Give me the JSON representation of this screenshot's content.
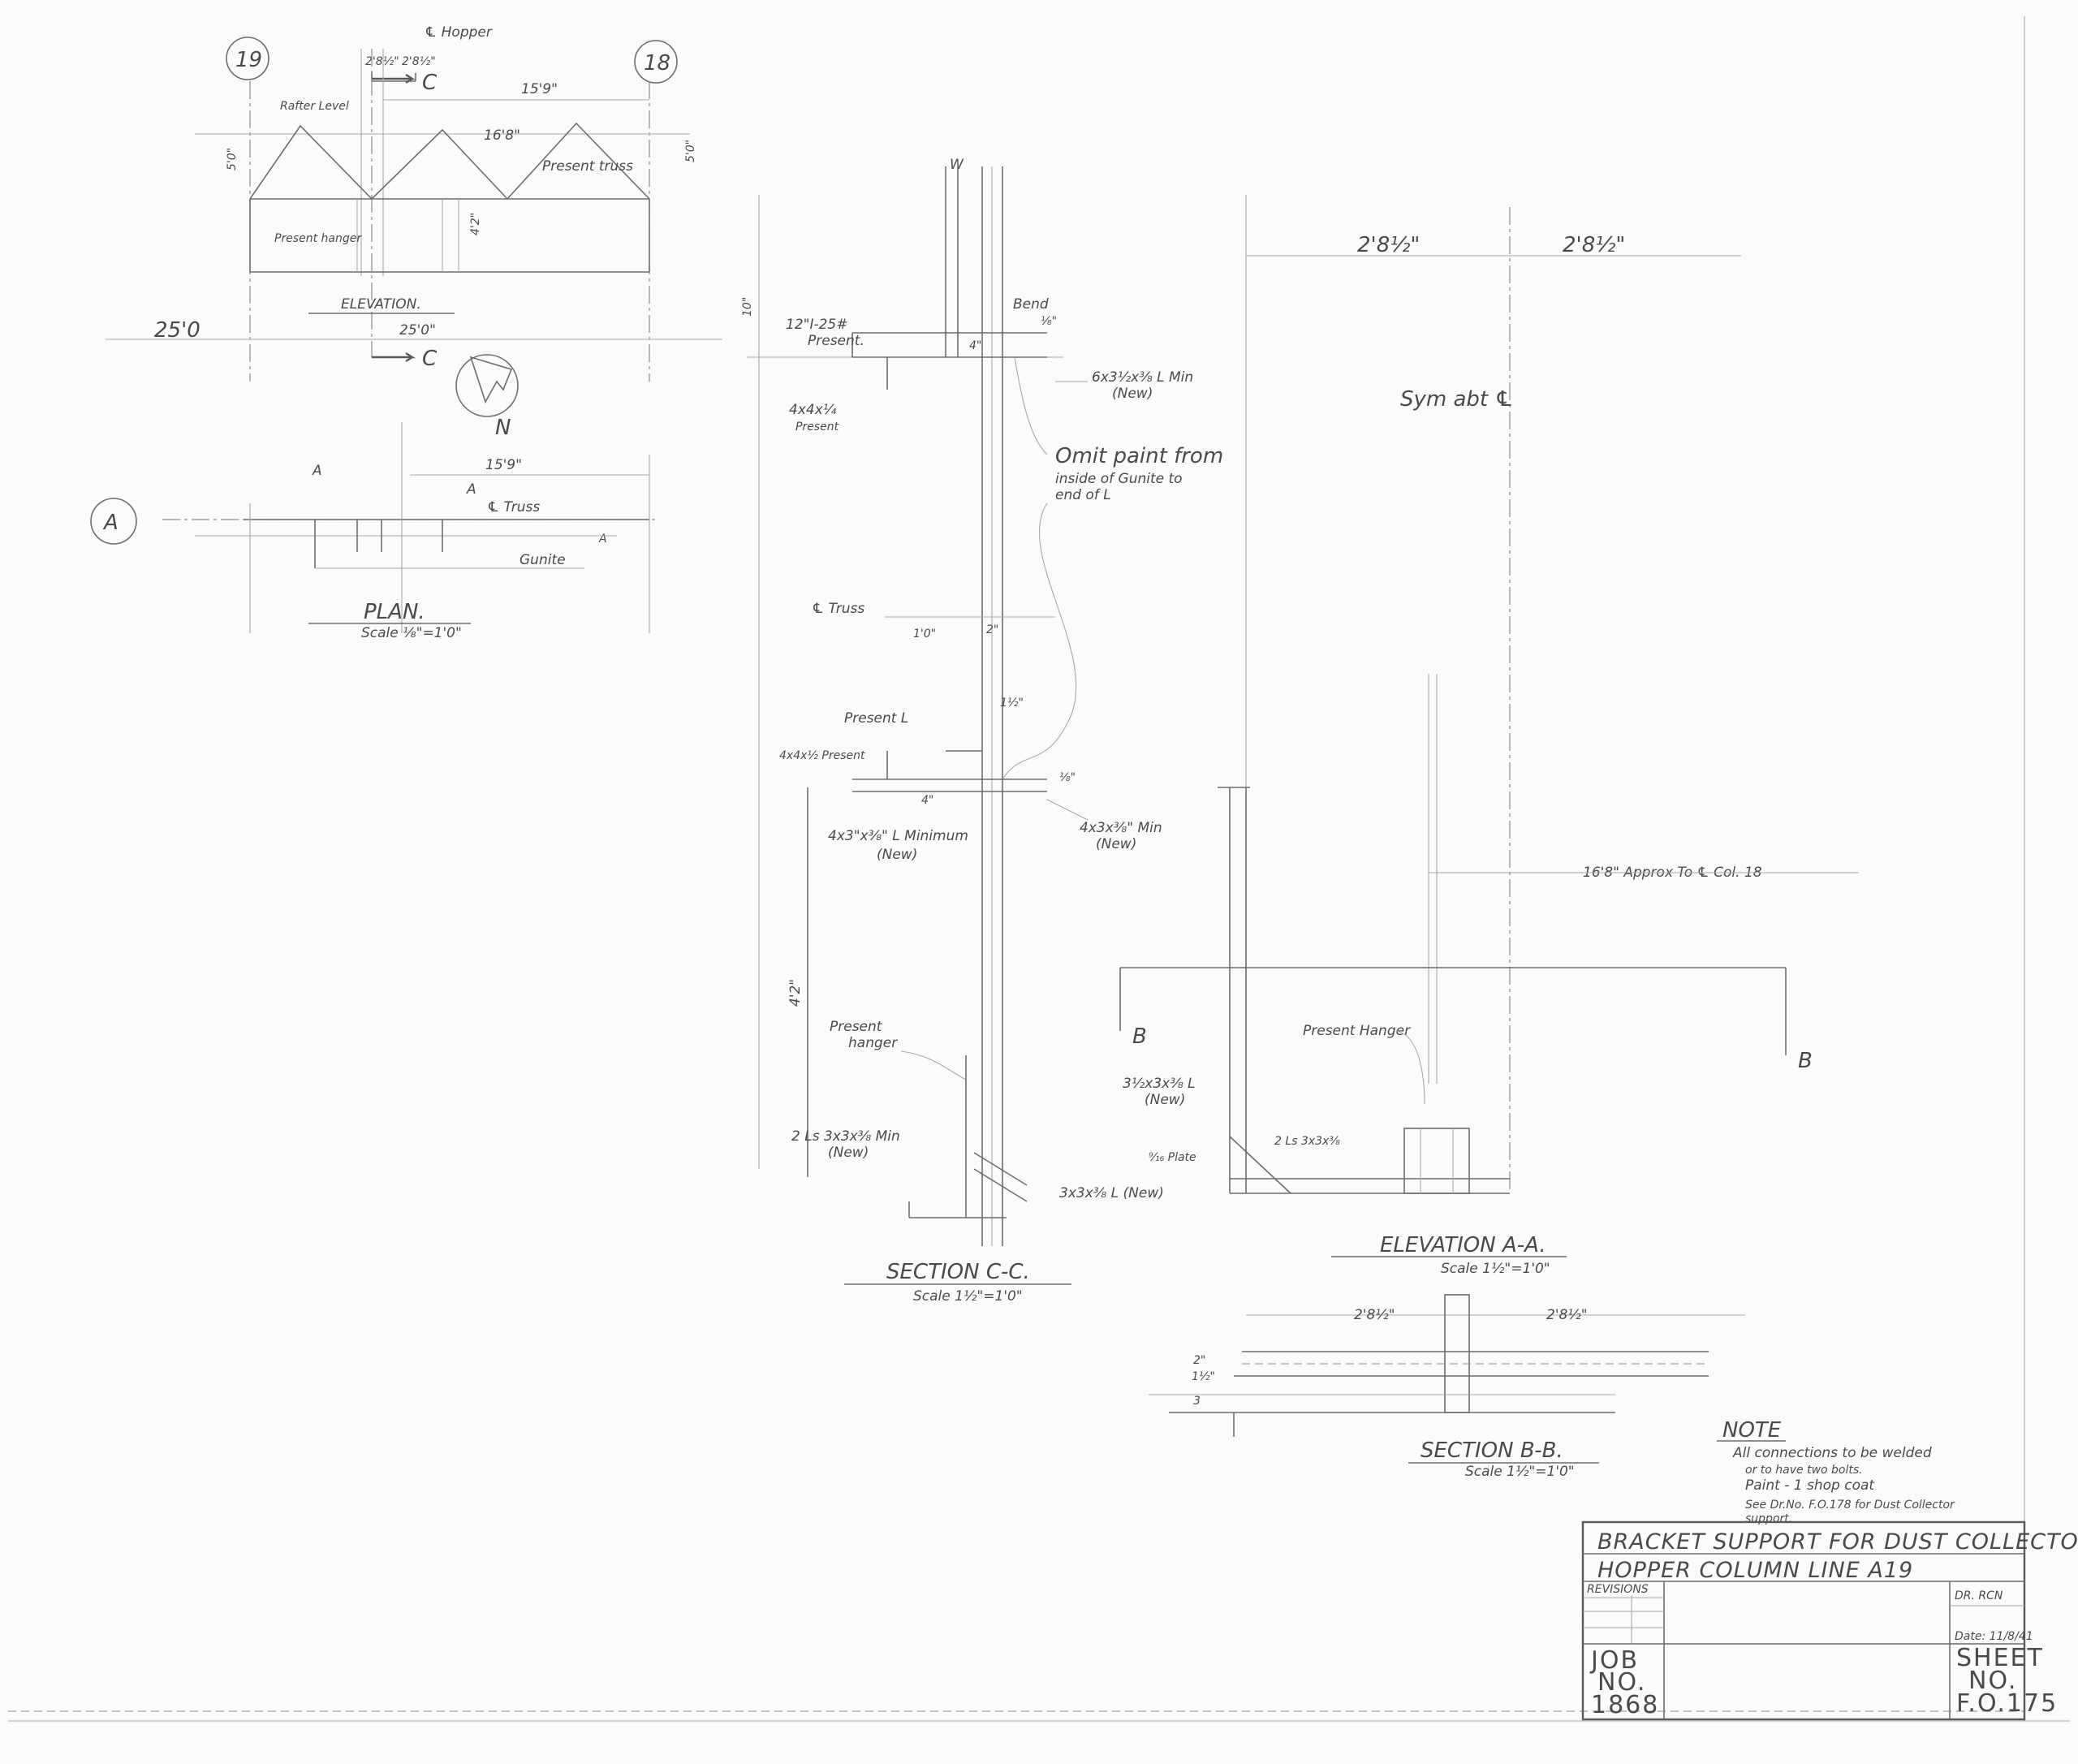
{
  "grid_marks": {
    "col_19": "19",
    "col_18": "18",
    "row_a": "A"
  },
  "elevation": {
    "hopper_cl": "℄ Hopper",
    "dim_left": "2'8½\"",
    "dim_right": "2'8½\"",
    "section_mark_top": "C",
    "section_mark_bottom": "C",
    "dim_span": "15'9\"",
    "dim_rafter": "16'8\"",
    "dim_height_left": "5'0\"",
    "dim_height_right": "5'0\"",
    "dim_hanger": "4'2\"",
    "rafter_level": "Rafter Level",
    "present_truss": "Present truss",
    "present_hanger": "Present hanger",
    "title": "ELEVATION.",
    "dim_bay_outer": "25'0",
    "dim_bay_inner": "25'0\""
  },
  "north_arrow": {
    "label": "N"
  },
  "plan": {
    "mark_a1": "A",
    "mark_a2": "A",
    "mark_a3": "A",
    "dim_span": "15'9\"",
    "truss_cl": "℄ Truss",
    "gunite": "Gunite",
    "title": "PLAN.",
    "scale": "Scale ⅛\"=1'0\""
  },
  "section_cc": {
    "w_mark": "W",
    "beam": "12\"I-25#",
    "beam_present": "Present.",
    "dim_top": "10\"",
    "bend": "Bend",
    "dim_eighth_top": "⅛\"",
    "dim_four_top": "4\"",
    "angle_top": "6x3½x⅜ L Min",
    "angle_top_new": "(New)",
    "angle_present": "4x4x¼",
    "angle_present_label": "Present",
    "omit_paint_1": "Omit paint from",
    "omit_paint_2": "inside of Gunite to",
    "omit_paint_3": "end of L",
    "truss_cl": "℄ Truss",
    "dim_one_ft": "1'0\"",
    "dim_two": "2\"",
    "present_l": "Present L",
    "dim_one_half": "1½\"",
    "angle_present_mid": "4x4x½ Present",
    "dim_eighth_mid": "⅛\"",
    "dim_four_mid": "4\"",
    "angle_mid_left": "4x3\"x⅜\" L Minimum",
    "angle_mid_left_new": "(New)",
    "angle_mid_right": "4x3x⅜\" Min",
    "angle_mid_right_new": "(New)",
    "dim_height": "4'2\"",
    "present_hanger_1": "Present",
    "present_hanger_2": "hanger",
    "angle_bottom": "2 Ls 3x3x⅜ Min",
    "angle_bottom_new": "(New)",
    "angle_brace": "3x3x⅜ L (New)",
    "title": "SECTION C-C.",
    "scale": "Scale 1½\"=1'0\""
  },
  "elevation_aa": {
    "dim_left": "2'8½\"",
    "dim_right": "2'8½\"",
    "sym": "Sym abt ℄",
    "dim_col": "16'8\" Approx To ℄ Col. 18",
    "cut_b_left": "B",
    "cut_b_right": "B",
    "present_hanger": "Present Hanger",
    "angle_brace": "3½x3x⅜ L",
    "angle_brace_new": "(New)",
    "plate": "⁹⁄₁₆ Plate",
    "angles_pair": "2 Ls 3x3x⅜",
    "title": "ELEVATION A-A.",
    "scale": "Scale 1½\"=1'0\""
  },
  "section_bb": {
    "dim_left": "2'8½\"",
    "dim_right": "2'8½\"",
    "dim_a": "2\"",
    "dim_b": "1½\"",
    "dim_c": "3",
    "title": "SECTION B-B.",
    "scale": "Scale 1½\"=1'0\""
  },
  "note": {
    "heading": "NOTE",
    "line1": "All connections to be welded",
    "line2": "or to have two bolts.",
    "line3": "Paint - 1 shop coat",
    "line4": "See Dr.No. F.O.178 for Dust Collector",
    "line5": "support."
  },
  "title_block": {
    "title1": "BRACKET SUPPORT FOR DUST COLLECTOR.",
    "title2": "HOPPER COLUMN LINE A19",
    "revisions": "REVISIONS",
    "drawn": "DR. RCN",
    "date": "Date: 11/8/41",
    "job_label1": "JOB",
    "job_label2": "NO.",
    "job_number": "1868",
    "sheet_label1": "SHEET",
    "sheet_label2": "NO.",
    "sheet_number": "F.O.175"
  }
}
